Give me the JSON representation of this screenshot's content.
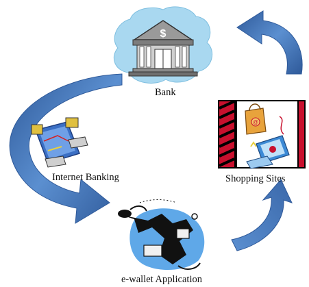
{
  "diagram": {
    "nodes": [
      {
        "id": "bank",
        "label": "Bank",
        "icon": "bank-building-icon"
      },
      {
        "id": "shopping",
        "label": "Shopping Sites",
        "icon": "shopping-bag-computer-icon"
      },
      {
        "id": "ewallet",
        "label": "e-wallet Application",
        "icon": "person-with-devices-icon"
      },
      {
        "id": "internet-banking",
        "label": "Internet Banking",
        "icon": "computers-network-map-icon"
      }
    ],
    "flow": [
      {
        "from": "bank",
        "to": "ewallet",
        "via": "internet-banking"
      },
      {
        "from": "ewallet",
        "to": "shopping"
      },
      {
        "from": "shopping",
        "to": "bank"
      }
    ],
    "colors": {
      "arrow": "#4c78b8",
      "arrow_dark": "#2f5a9a",
      "bank_cloud": "#a9d8f0",
      "building": "#8a8a8a",
      "shop_stripe": "#c8102e",
      "shop_bag": "#e8a33c",
      "ewallet_bg": "#5fa8e8"
    }
  }
}
